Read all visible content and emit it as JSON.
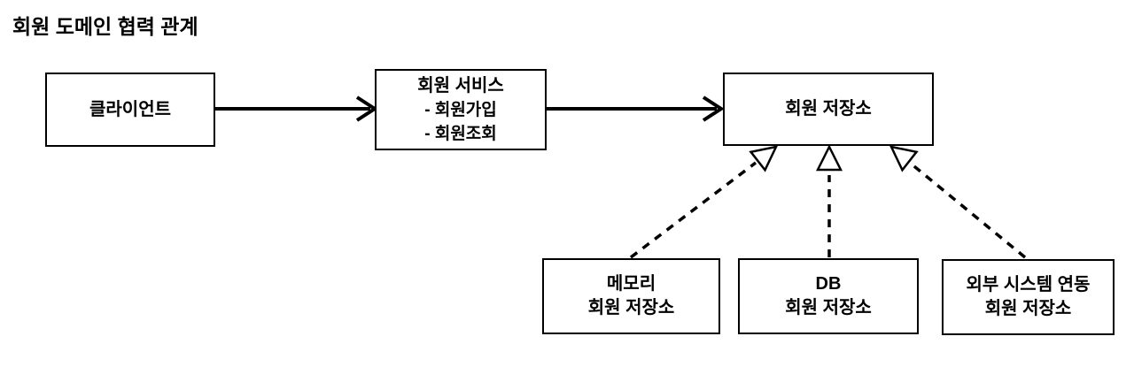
{
  "title": "회원 도메인 협력 관계",
  "nodes": {
    "client": {
      "label": "클라이언트"
    },
    "service": {
      "title": "회원 서비스",
      "items": [
        "- 회원가입",
        "- 회원조회"
      ]
    },
    "repository": {
      "label": "회원 저장소"
    },
    "memory_repo": {
      "line1": "메모리",
      "line2": "회원 저장소"
    },
    "db_repo": {
      "line1": "DB",
      "line2": "회원 저장소"
    },
    "external_repo": {
      "line1": "외부 시스템 연동",
      "line2": "회원 저장소"
    }
  },
  "colors": {
    "line": "#000000",
    "box_fill": "#ffffff",
    "background": "#ffffff"
  }
}
